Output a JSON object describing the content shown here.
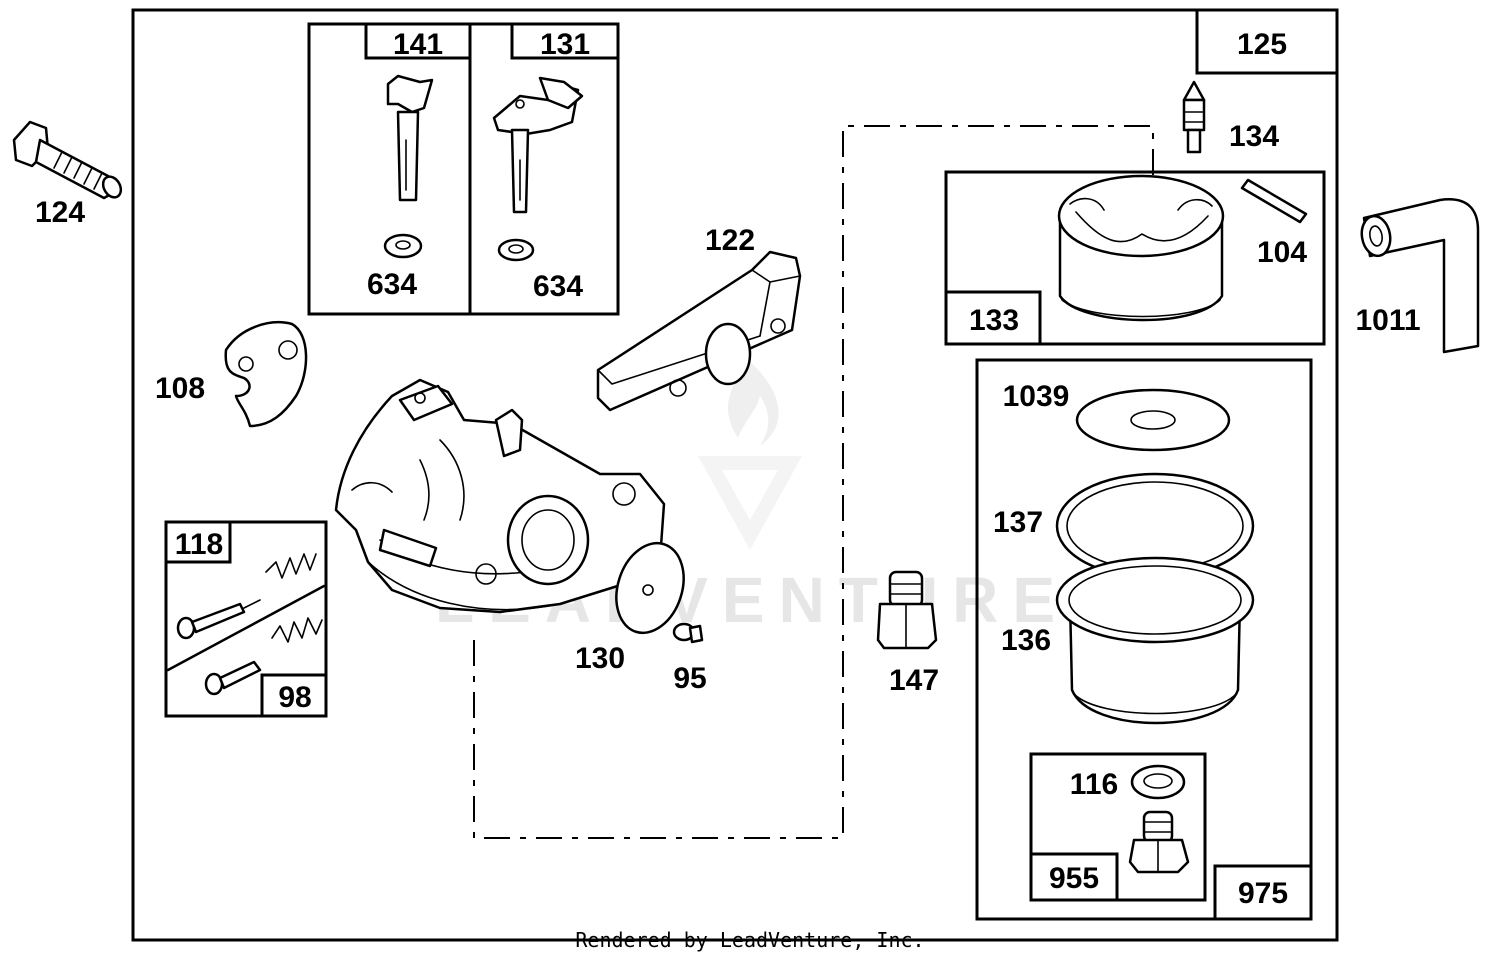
{
  "diagram": {
    "frame_label": "125",
    "kits": {
      "k141": "141",
      "k131": "131",
      "k133": "133",
      "k118": "118",
      "k98": "98",
      "k975": "975",
      "k955": "955"
    },
    "parts": {
      "p124": "124",
      "p634a": "634",
      "p634b": "634",
      "p122": "122",
      "p108": "108",
      "p130": "130",
      "p95": "95",
      "p147": "147",
      "p134": "134",
      "p104": "104",
      "p1011": "1011",
      "p1039": "1039",
      "p137": "137",
      "p136": "136",
      "p116": "116"
    },
    "watermark": "LEADVENTURE",
    "footer": "Rendered by LeadVenture, Inc."
  }
}
